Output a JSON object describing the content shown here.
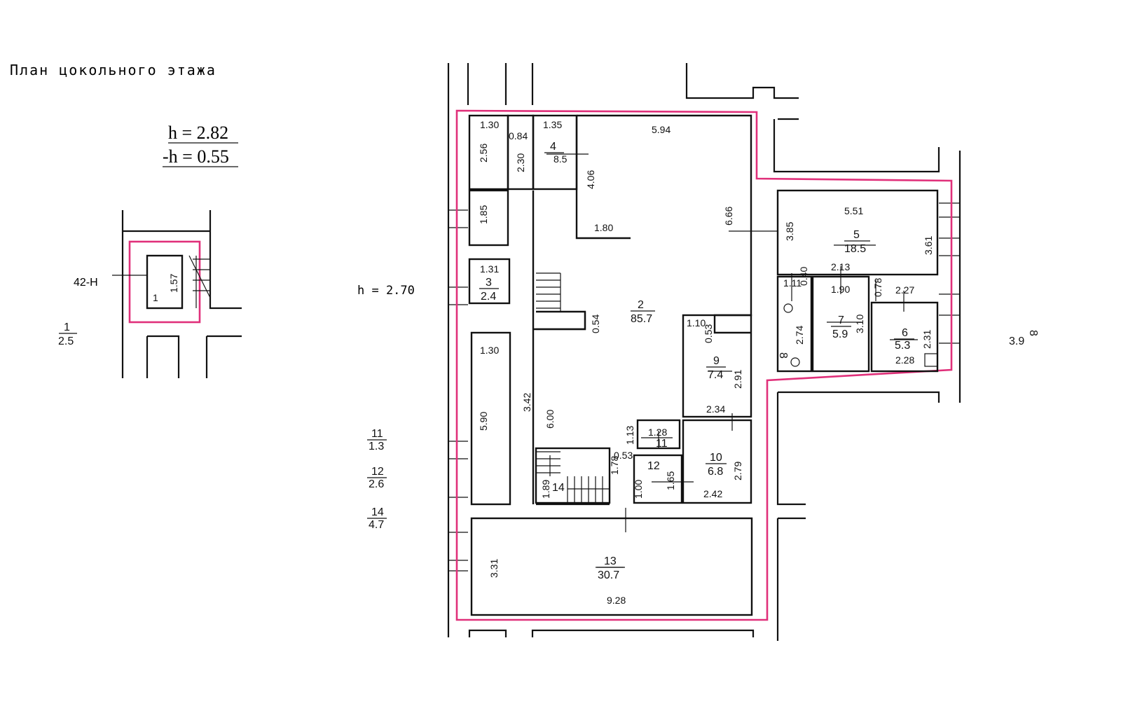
{
  "plan": {
    "title": "План цокольного этажа",
    "h_main": "h = 2.82",
    "h_neg": "-h = 0.55",
    "h_floor": "h = 2.70",
    "stair_label": "42-Н"
  },
  "legend": [
    {
      "num": "1",
      "area": "2.5"
    },
    {
      "num": "11",
      "area": "1.3"
    },
    {
      "num": "12",
      "area": "2.6"
    },
    {
      "num": "14",
      "area": "4.7"
    },
    {
      "num": "8",
      "area": "3.9"
    }
  ],
  "rooms": [
    {
      "num": "1",
      "area": ""
    },
    {
      "num": "2",
      "area": "85.7"
    },
    {
      "num": "3",
      "area": "2.4"
    },
    {
      "num": "4",
      "area": "8.5"
    },
    {
      "num": "5",
      "area": "18.5"
    },
    {
      "num": "6",
      "area": "5.3"
    },
    {
      "num": "7",
      "area": "5.9"
    },
    {
      "num": "9",
      "area": "7.4"
    },
    {
      "num": "10",
      "area": "6.8"
    },
    {
      "num": "11",
      "area": ""
    },
    {
      "num": "12",
      "area": ""
    },
    {
      "num": "13",
      "area": "30.7"
    },
    {
      "num": "14",
      "area": ""
    },
    {
      "num": "8",
      "area": ""
    }
  ],
  "dimensions": [
    "1.30",
    "0.84",
    "1.35",
    "5.94",
    "2.56",
    "2.30",
    "4.06",
    "8.5",
    "1.85",
    "1.80",
    "6.66",
    "3.85",
    "5.51",
    "3.61",
    "1.31",
    "1.30",
    "0.54",
    "1.10",
    "0.53",
    "2.13",
    "0.40",
    "1.11",
    "1.90",
    "0.78",
    "2.27",
    "2.74",
    "3.10",
    "2.31",
    "2.28",
    "2.91",
    "5.90",
    "3.42",
    "6.00",
    "2.34",
    "1.13",
    "1.28",
    "0.53",
    "1.78",
    "2.79",
    "1.65",
    "1.00",
    "1.89",
    "2.42",
    "3.31",
    "9.28",
    "1.57"
  ]
}
